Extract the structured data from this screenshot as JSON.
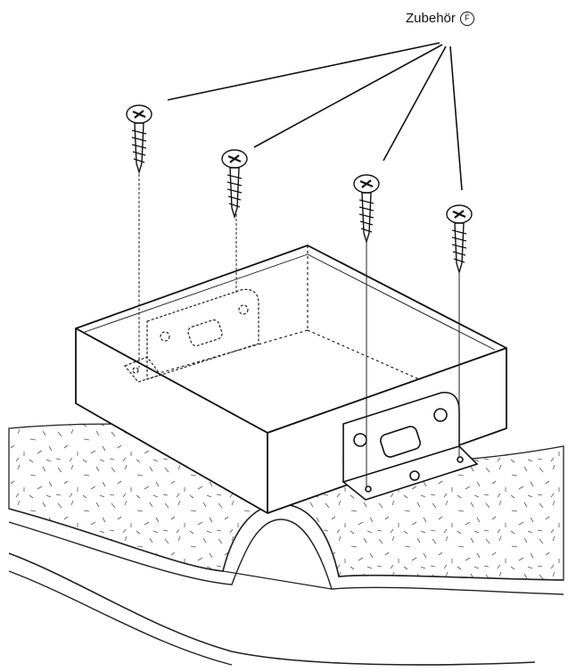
{
  "callout": {
    "label": "Zubehör",
    "marker": "F"
  },
  "parts": {
    "screw_count": 4
  },
  "icons": [
    "screw-icon",
    "mounting-bracket",
    "unit-box",
    "carpet-floor"
  ]
}
